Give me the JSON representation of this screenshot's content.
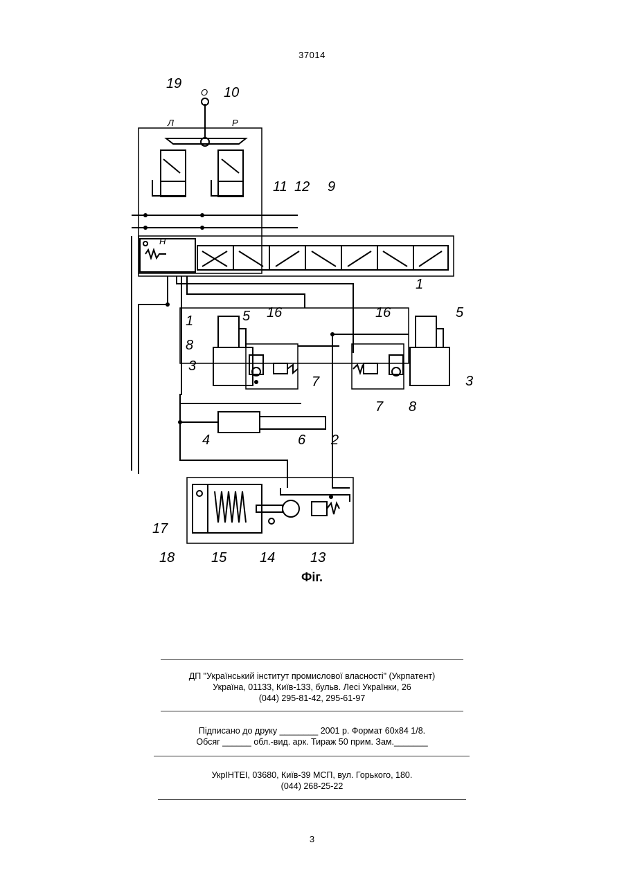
{
  "header": {
    "page_number": "37014"
  },
  "figure": {
    "caption": "Фіг.",
    "lever_labels": {
      "top": "О",
      "left": "Л",
      "right": "Р",
      "neutral": "Н"
    },
    "reference_numerals": [
      "1",
      "2",
      "3",
      "4",
      "5",
      "6",
      "7",
      "8",
      "9",
      "10",
      "11",
      "12",
      "13",
      "14",
      "15",
      "16",
      "17",
      "18",
      "19"
    ]
  },
  "imprint": {
    "publisher_line1": "ДП \"Український інститут промислової власності\" (Укрпатент)",
    "publisher_line2": "Україна, 01133, Київ-133, бульв. Лесі Українки, 26",
    "publisher_line3": "(044) 295-81-42, 295-61-97",
    "print_line1": "Підписано до друку ________ 2001 р.    Формат 60х84 1/8.",
    "print_line2": "Обсяг ______ обл.-вид. арк.   Тираж 50 прим.    Зам._______",
    "printer_line1": "УкрІНТЕІ, 03680, Київ-39 МСП, вул. Горького, 180.",
    "printer_line2": "(044) 268-25-22"
  },
  "footer": {
    "page_number": "3"
  }
}
